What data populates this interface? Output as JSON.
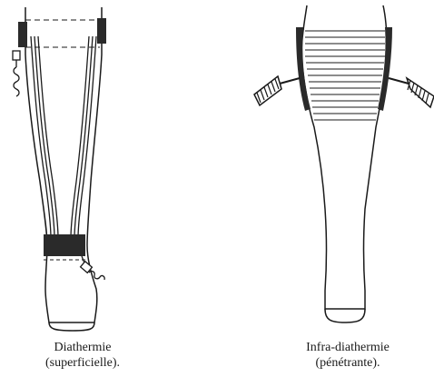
{
  "figure": {
    "left_panel": {
      "caption_line1": "Diathermie",
      "caption_line2": "(superficielle)."
    },
    "right_panel": {
      "caption_line1": "Infra-diathermie",
      "caption_line2": "(pénétrante)."
    }
  },
  "colors": {
    "ink": "#1a1a1a",
    "paper": "#ffffff",
    "electrode": "#2a2a2a"
  }
}
